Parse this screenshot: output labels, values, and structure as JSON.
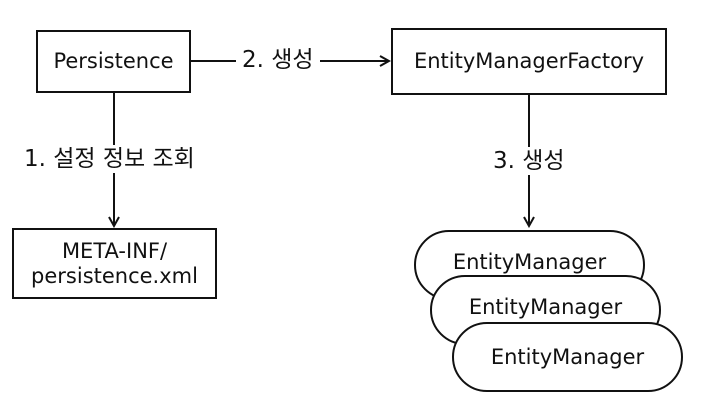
{
  "nodes": {
    "persistence": "Persistence",
    "factory": "EntityManagerFactory",
    "meta_inf_line1": "META-INF/",
    "meta_inf_line2": "persistence.xml",
    "entity_managers": [
      "EntityManager",
      "EntityManager",
      "EntityManager"
    ]
  },
  "edges": {
    "create_factory": "2. 생성",
    "read_config": "1. 설정 정보 조회",
    "create_manager": "3. 생성"
  }
}
